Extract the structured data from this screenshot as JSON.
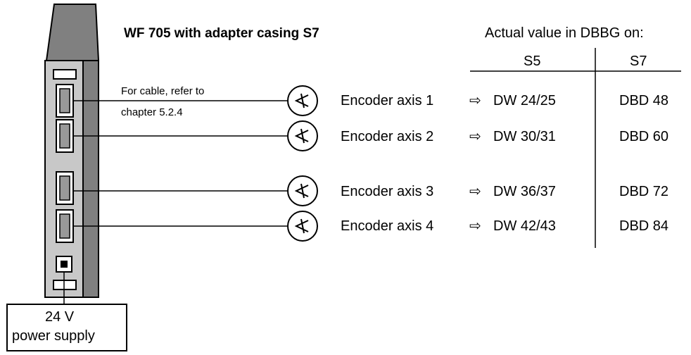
{
  "title": "WF 705 with adapter casing S7",
  "table_header": "Actual value in DBBG on:",
  "col_s5": "S5",
  "col_s7": "S7",
  "cable_note_line1": "For cable, refer to",
  "cable_note_line2": "chapter 5.2.4",
  "arrow_glyph": "⇨",
  "encoders": [
    {
      "label": "Encoder axis 1",
      "s5": "DW 24/25",
      "s7": "DBD 48"
    },
    {
      "label": "Encoder axis 2",
      "s5": "DW 30/31",
      "s7": "DBD 60"
    },
    {
      "label": "Encoder axis 3",
      "s5": "DW 36/37",
      "s7": "DBD 72"
    },
    {
      "label": "Encoder axis 4",
      "s5": "DW 42/43",
      "s7": "DBD 84"
    }
  ],
  "power_supply": {
    "line1": "24 V",
    "line2": "power supply"
  }
}
